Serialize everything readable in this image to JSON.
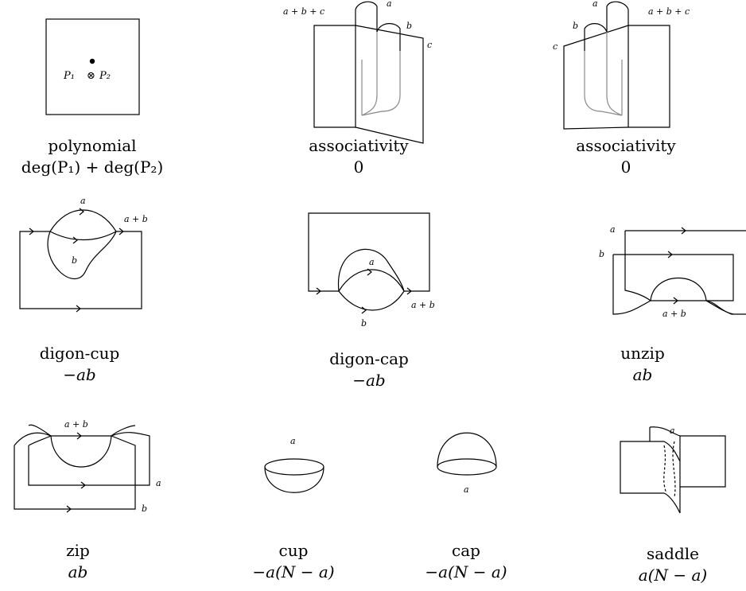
{
  "figures": {
    "polynomial": {
      "name": "polynomial",
      "value": "deg(P₁) + deg(P₂)",
      "p1": "P₁",
      "otimes": "⊗",
      "p2": "P₂"
    },
    "assoc1": {
      "name": "associativity",
      "value": "0",
      "a": "a",
      "b": "b",
      "c": "c",
      "abc": "a + b + c"
    },
    "assoc2": {
      "name": "associativity",
      "value": "0",
      "a": "a",
      "b": "b",
      "c": "c",
      "abc": "a + b + c"
    },
    "digon_cup": {
      "name": "digon-cup",
      "value": "−ab",
      "a": "a",
      "b": "b",
      "ab": "a + b"
    },
    "digon_cap": {
      "name": "digon-cap",
      "value": "−ab",
      "a": "a",
      "b": "b",
      "ab": "a + b"
    },
    "unzip": {
      "name": "unzip",
      "value": "ab",
      "a": "a",
      "b": "b",
      "ab": "a + b"
    },
    "zip": {
      "name": "zip",
      "value": "ab",
      "a": "a",
      "b": "b",
      "ab": "a + b"
    },
    "cup": {
      "name": "cup",
      "value": "−a(N − a)",
      "a": "a"
    },
    "cap": {
      "name": "cap",
      "value": "−a(N − a)",
      "a": "a"
    },
    "saddle": {
      "name": "saddle",
      "value": "a(N − a)",
      "a": "a"
    }
  }
}
